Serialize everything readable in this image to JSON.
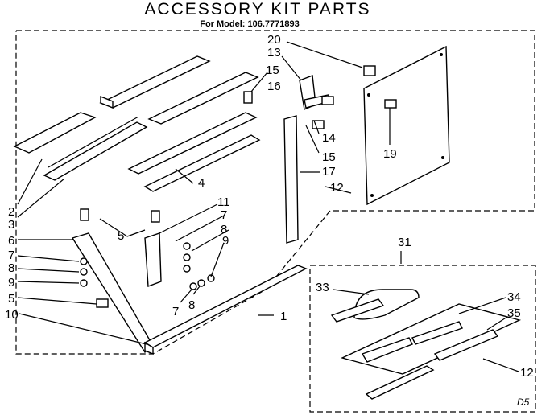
{
  "header": {
    "title": "ACCESSORY KIT PARTS",
    "subtitle": "For Model:  106.7771893"
  },
  "callouts": [
    "20",
    "13",
    "15",
    "16",
    "14",
    "15",
    "17",
    "12",
    "19",
    "4",
    "11",
    "7",
    "8",
    "9",
    "5",
    "2",
    "3",
    "6",
    "7",
    "8",
    "9",
    "5",
    "10",
    "7",
    "8",
    "1",
    "31",
    "33",
    "34",
    "35",
    "12"
  ],
  "diagram_code": "D5"
}
